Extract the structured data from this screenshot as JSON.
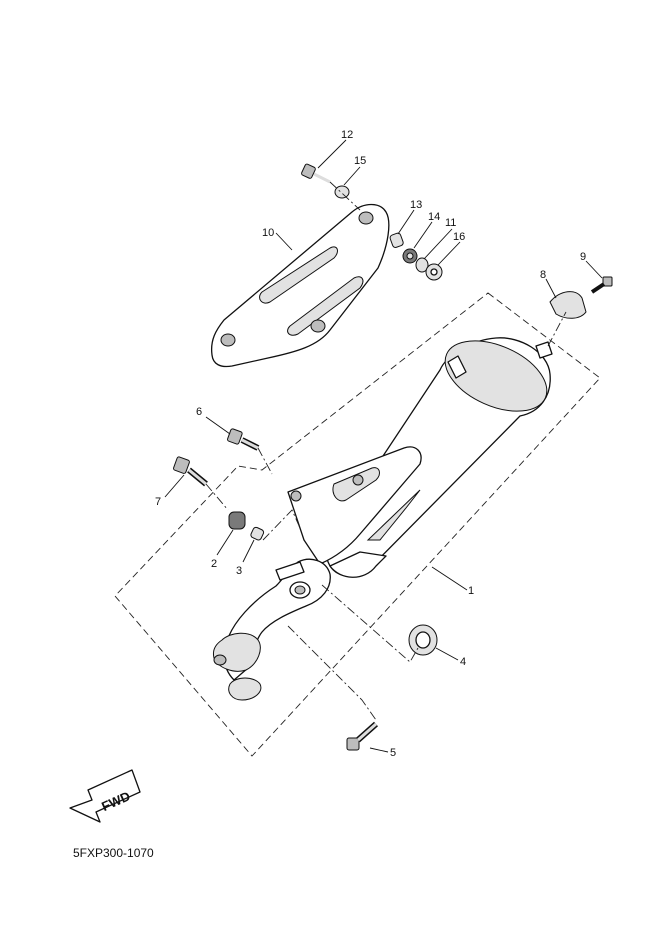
{
  "diagram": {
    "drawing_code": "5FXP300-1070",
    "direction_label": "FWD",
    "callouts": [
      {
        "id": "c1",
        "label": "1"
      },
      {
        "id": "c2",
        "label": "2"
      },
      {
        "id": "c3",
        "label": "3"
      },
      {
        "id": "c4",
        "label": "4"
      },
      {
        "id": "c5",
        "label": "5"
      },
      {
        "id": "c6",
        "label": "6"
      },
      {
        "id": "c7",
        "label": "7"
      },
      {
        "id": "c8",
        "label": "8"
      },
      {
        "id": "c9",
        "label": "9"
      },
      {
        "id": "c10",
        "label": "10"
      },
      {
        "id": "c11",
        "label": "11"
      },
      {
        "id": "c12",
        "label": "12"
      },
      {
        "id": "c13",
        "label": "13"
      },
      {
        "id": "c14",
        "label": "14"
      },
      {
        "id": "c15",
        "label": "15"
      },
      {
        "id": "c16",
        "label": "16"
      }
    ]
  }
}
